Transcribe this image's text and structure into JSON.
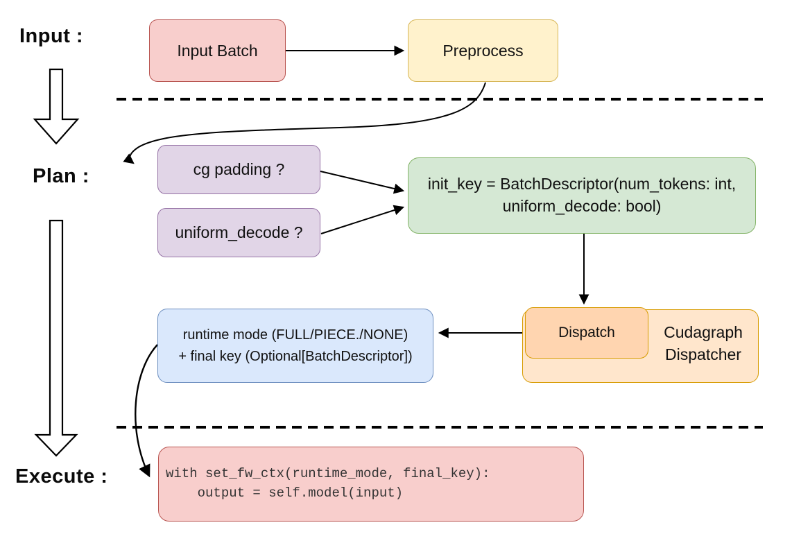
{
  "diagram": {
    "stages": {
      "input_label": "Input :",
      "plan_label": "Plan :",
      "execute_label": "Execute :"
    },
    "nodes": {
      "input_batch": {
        "label": "Input Batch"
      },
      "preprocess": {
        "label": "Preprocess"
      },
      "cg_padding": {
        "label": "cg padding ?"
      },
      "uniform_decode": {
        "label": "uniform_decode ?"
      },
      "init_key": {
        "line1": "init_key = BatchDescriptor(num_tokens: int,",
        "line2": "uniform_decode: bool)"
      },
      "dispatch": {
        "label": "Dispatch"
      },
      "cudagraph_dispatcher": {
        "line1": "Cudagraph",
        "line2": "Dispatcher"
      },
      "runtime_mode": {
        "line1": "runtime mode (FULL/PIECE./NONE)",
        "line2": "+ final key (Optional[BatchDescriptor])"
      },
      "execute_code": {
        "line1": "with set_fw_ctx(runtime_mode, final_key):",
        "line2": "    output = self.model(input)"
      }
    },
    "edges": [
      {
        "from": "input_batch",
        "to": "preprocess"
      },
      {
        "from": "preprocess",
        "to": "cg_padding"
      },
      {
        "from": "cg_padding",
        "to": "init_key"
      },
      {
        "from": "uniform_decode",
        "to": "init_key"
      },
      {
        "from": "init_key",
        "to": "dispatch"
      },
      {
        "from": "dispatch",
        "to": "runtime_mode"
      },
      {
        "from": "runtime_mode",
        "to": "execute_code"
      },
      {
        "from": "stage_input",
        "to": "stage_plan"
      },
      {
        "from": "stage_plan",
        "to": "stage_execute"
      }
    ],
    "colors": {
      "red_fill": "#f8cecc",
      "red_stroke": "#b85450",
      "yellow_fill": "#fff2cc",
      "yellow_stroke": "#d6b656",
      "purple_fill": "#e1d5e7",
      "purple_stroke": "#9673a6",
      "green_fill": "#d5e8d4",
      "green_stroke": "#82b366",
      "blue_fill": "#dae8fc",
      "blue_stroke": "#6c8ebf",
      "orange_outer_fill": "#ffe6cc",
      "orange_inner_fill": "#ffd5b0",
      "orange_stroke": "#d79b00",
      "connector": "#000000"
    }
  }
}
